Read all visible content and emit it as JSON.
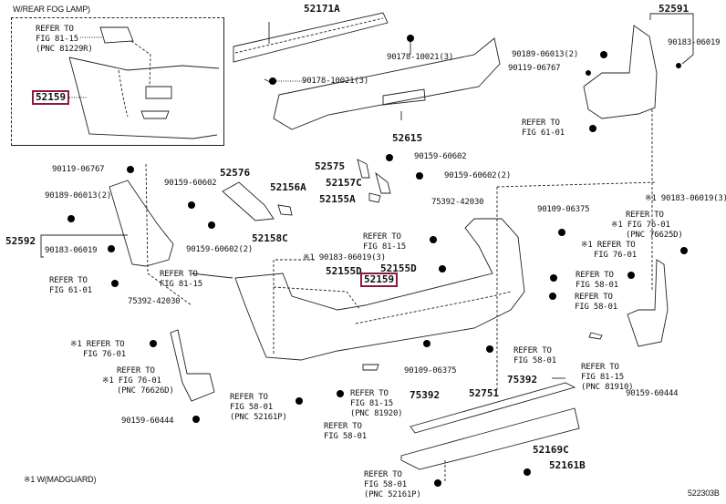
{
  "diagram": {
    "title": "Rear bumper parts exploded view",
    "figure_code": "522303B",
    "highlight_color": "#8b1a3c",
    "inset": {
      "caption": "W/REAR FOG LAMP)",
      "refer": [
        "REFER TO",
        "FIG 81-15",
        "(PNC 81229R)"
      ],
      "part": "52159"
    },
    "footnote": "※1 W(MADGUARD)",
    "labels": {
      "p52171A": "52171A",
      "p90178a": "90178-10021(3)",
      "p90178b": "90178-10021(3)",
      "p52615": "52615",
      "p52591": "52591",
      "p90189r": "90189-06013(2)",
      "p90119r": "90119-06767",
      "p90183r": "90183-06019",
      "ref61r": [
        "REFER TO",
        "FIG 61-01"
      ],
      "p90119l": "90119-06767",
      "p90189l": "90189-06013(2)",
      "p52592": "52592",
      "p90183l": "90183-06019",
      "ref61l": [
        "REFER TO",
        "FIG 61-01"
      ],
      "p90159a": "90159-60602",
      "p52576": "52576",
      "p52156A": "52156A",
      "p52158C": "52158C",
      "p90159b": "90159-60602(2)",
      "p52575": "52575",
      "p90159c": "90159-60602",
      "p52157C": "52157C",
      "p90159d": "90159-60602(2)",
      "p52155A": "52155A",
      "p75392a": "75392-42030",
      "p90109a": "90109-06375",
      "p90183s": "※1 90183-06019(3)",
      "ref76a": [
        "REFER TO",
        "※1 FIG 76-01",
        "(PNC 76625D)"
      ],
      "ref76b": [
        "※1 REFER TO",
        "FIG 76-01"
      ],
      "ref8115a": [
        "REFER TO",
        "FIG 81-15"
      ],
      "p90183m": "※1 90183-06019(3)",
      "p52155Dl": "52155D",
      "p52155Dr": "52155D",
      "p52159": "52159",
      "ref8115l": [
        "REFER TO",
        "FIG 81-15"
      ],
      "p75392b": "75392-42030",
      "ref58a": [
        "REFER TO",
        "FIG 58-01"
      ],
      "ref58b": [
        "REFER TO",
        "FIG 58-01"
      ],
      "ref76c": [
        "※1 REFER TO",
        "FIG 76-01"
      ],
      "ref76d": [
        "REFER TO",
        "※1 FIG 76-01",
        "(PNC 76626D)"
      ],
      "p90159l": "90159-60444",
      "ref58c": [
        "REFER TO",
        "FIG 58-01",
        "(PNC 52161P)"
      ],
      "ref8115b": [
        "REFER TO",
        "FIG 81-15",
        "(PNC 81920)"
      ],
      "ref58d": [
        "REFER TO",
        "FIG 58-01"
      ],
      "p90109b": "90109-06375",
      "p75392c": "75392",
      "p52751": "52751",
      "p75392d": "75392",
      "ref58e": [
        "REFER TO",
        "FIG 58-01"
      ],
      "ref8115c": [
        "REFER TO",
        "FIG 81-15",
        "(PNC 81910)"
      ],
      "p90159r": "90159-60444",
      "p52169C": "52169C",
      "p52161B": "52161B",
      "ref58f": [
        "REFER TO",
        "FIG 58-01",
        "(PNC 52161P)"
      ]
    }
  }
}
